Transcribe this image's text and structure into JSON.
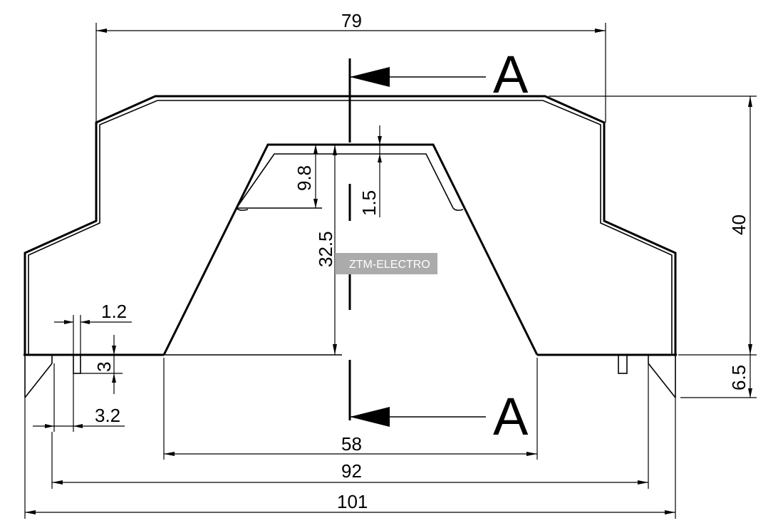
{
  "dimensions": {
    "top_width": "79",
    "height_total": "40",
    "foot_height": "6.5",
    "inner_height": "32.5",
    "inner_top_depth": "9.8",
    "wall_thickness": "1.5",
    "slot_width": "1.2",
    "slot_depth": "3",
    "slot_offset": "3.2",
    "inner_base_width": "58",
    "rail_width": "92",
    "overall_width": "101"
  },
  "section_marks": {
    "top": "A",
    "bottom": "A"
  },
  "watermark": {
    "text": "ZTM-ELECTRO"
  },
  "colors": {
    "line": "#000000",
    "background": "#ffffff",
    "watermark_bg": "#9c9c9c",
    "watermark_text": "#ffffff"
  }
}
